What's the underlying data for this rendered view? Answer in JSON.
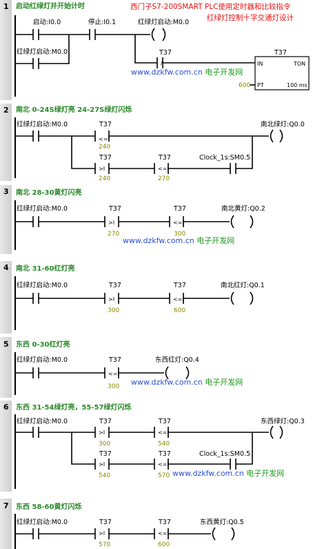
{
  "header": {
    "title_line1": "西门子S7-200SMART PLC使用定时器和比较指令",
    "title_line2": "红绿灯控制十字交通灯设计"
  },
  "watermark": "www.dzkfw.com.cn 电子开发网",
  "colors": {
    "title_red": "#e81010",
    "comment_green": "#2a8a2a",
    "value_olive": "#8a8a00",
    "watermark_blue": "#2a4fd0",
    "watermark_green": "#1a9a1a"
  },
  "networks": [
    {
      "number": "1",
      "comment": "启动红绿灯并开始计时",
      "start_contact": "启动:I0.0",
      "stop_contact": "停止:I0.1",
      "seal_contact": "红绿灯启动:M0.0",
      "coil": "红绿灯启动:M0.0",
      "timer_contact_label": "T37",
      "timer_contact_symbol": "/",
      "timer_name": "T37",
      "timer_in": "IN",
      "timer_type": "TON",
      "timer_pt": "PT",
      "timer_preset": "600",
      "timer_base": "100 ms"
    },
    {
      "number": "2",
      "comment": "南北  0-24S绿灯亮 24-27S绿灯闪烁",
      "contact": "红绿灯启动:M0.0",
      "cmp1": {
        "label": "T37",
        "op": "<=I",
        "value": "240"
      },
      "cmp2": {
        "label": "T37",
        "op": ">I",
        "value": "240"
      },
      "cmp3": {
        "label": "T37",
        "op": "<=I",
        "value": "270"
      },
      "clock": "Clock_1s:SM0.5",
      "coil": "南北绿灯:Q0.0"
    },
    {
      "number": "3",
      "comment": "南北   28-30黄灯闪亮",
      "contact": "红绿灯启动:M0.0",
      "cmp1": {
        "label": "T37",
        "op": ">I",
        "value": "270"
      },
      "cmp2": {
        "label": "T37",
        "op": "<=I",
        "value": "300"
      },
      "coil": "南北黄灯:Q0.2"
    },
    {
      "number": "4",
      "comment": "南北   31-60红灯亮",
      "contact": "红绿灯启动:M0.0",
      "cmp1": {
        "label": "T37",
        "op": ">I",
        "value": "300"
      },
      "cmp2": {
        "label": "T37",
        "op": "<=I",
        "value": "600"
      },
      "coil": "南北红灯:Q0.1"
    },
    {
      "number": "5",
      "comment": "东西   0-30红灯亮",
      "contact": "红绿灯启动:M0.0",
      "cmp1": {
        "label": "T37",
        "op": "<=I",
        "value": "300"
      },
      "coil": "东西红灯:Q0.4"
    },
    {
      "number": "6",
      "comment": "东西   31-54绿灯亮，55-57绿灯闪烁",
      "contact": "红绿灯启动:M0.0",
      "cmp1": {
        "label": "T37",
        "op": ">I",
        "value": "300"
      },
      "cmp2": {
        "label": "T37",
        "op": "<=I",
        "value": "540"
      },
      "cmp3": {
        "label": "T37",
        "op": ">I",
        "value": "540"
      },
      "cmp4": {
        "label": "T37",
        "op": "<=I",
        "value": "570"
      },
      "clock": "Clock_1s:SM0.5",
      "coil": "东西绿灯:Q0.3"
    },
    {
      "number": "7",
      "comment": "东西   58-60黄灯闪烁",
      "contact": "红绿灯启动:M0.0",
      "cmp1": {
        "label": "T37",
        "op": ">I",
        "value": "570"
      },
      "cmp2": {
        "label": "T37",
        "op": "<=I",
        "value": "600"
      },
      "coil": "东西黄灯:Q0.5"
    }
  ]
}
